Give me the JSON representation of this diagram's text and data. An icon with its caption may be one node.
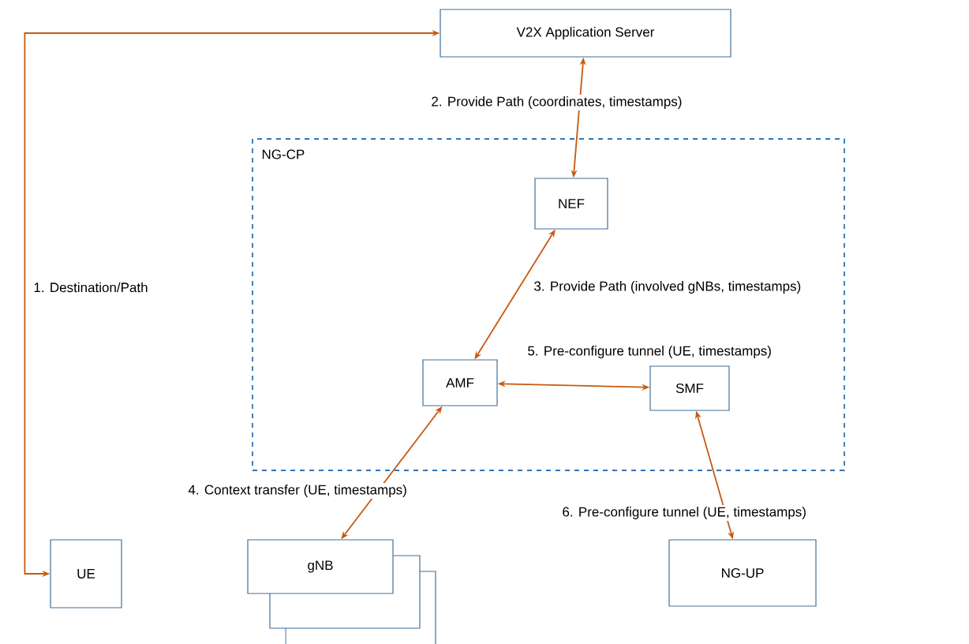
{
  "diagram": {
    "nodes": [
      {
        "text": [
          "V2X Application Server"
        ]
      },
      {
        "text": [
          "NG-CP"
        ]
      },
      {
        "text": [
          "NEF"
        ],
        "in": 1
      },
      {
        "text": [
          "AMF"
        ],
        "in": 1
      },
      {
        "text": [
          "SMF"
        ],
        "in": 1
      },
      {
        "text": [
          "UE"
        ]
      },
      {
        "text": [
          "gNB"
        ]
      },
      {
        "text": [
          "NG-UP"
        ]
      }
    ],
    "edges": [
      {
        "from": 5,
        "to": 0,
        "arrow": "both",
        "label": "1. Destination/Path"
      },
      {
        "from": 0,
        "to": 2,
        "arrow": "both",
        "label": "2. Provide Path (coordinates, timestamps)"
      },
      {
        "from": 2,
        "to": 3,
        "arrow": "both",
        "label": "3. Provide Path (involved gNBs, timestamps)"
      },
      {
        "from": 3,
        "to": 6,
        "arrow": "both",
        "label": "4. Context transfer (UE, timestamps)"
      },
      {
        "from": 3,
        "to": 4,
        "arrow": "both",
        "label": "5. Pre-configure tunnel (UE, timestamps)"
      },
      {
        "from": 4,
        "to": 7,
        "arrow": "both",
        "label": "6. Pre-configure tunnel (UE, timestamps)"
      }
    ]
  }
}
